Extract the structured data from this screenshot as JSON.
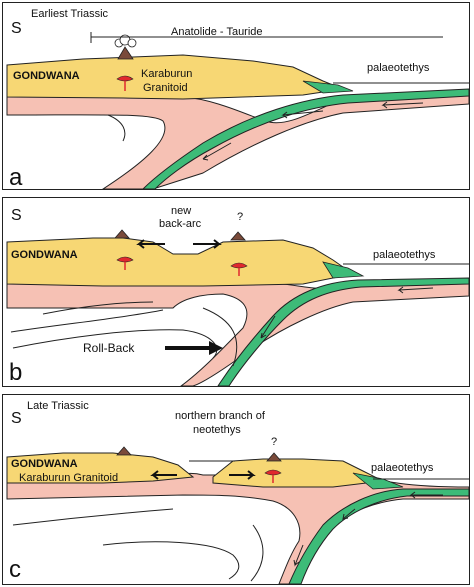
{
  "panels": [
    {
      "letter": "a",
      "direction": "S",
      "age": "Earliest Triassic",
      "terrane": "Anatolide - Tauride",
      "continent": "GONDWANA",
      "granitoid_line1": "Karaburun",
      "granitoid_line2": "Granitoid",
      "ocean": "palaeotethys"
    },
    {
      "letter": "b",
      "direction": "S",
      "continent": "GONDWANA",
      "backarc_line1": "new",
      "backarc_line2": "back-arc",
      "ocean": "palaeotethys",
      "rollback": "Roll-Back",
      "question": "?"
    },
    {
      "letter": "c",
      "direction": "S",
      "age": "Late Triassic",
      "branch_line1": "northern branch of",
      "branch_line2": "neotethys",
      "continent": "GONDWANA",
      "granitoid": "Karaburun Granitoid",
      "ocean": "palaeotethys",
      "question": "?"
    }
  ],
  "colors": {
    "crust": "#f7d774",
    "mantle": "#f6c1b4",
    "slab": "#3dbb78",
    "volcano": "#7a4a3a",
    "magma": "#e0282e",
    "outline": "#222222"
  }
}
